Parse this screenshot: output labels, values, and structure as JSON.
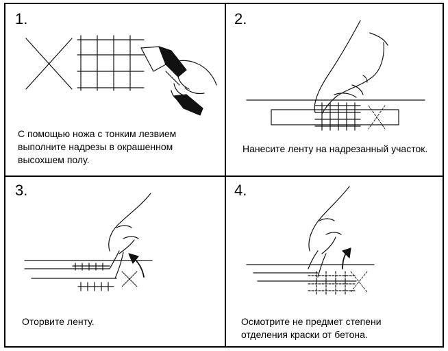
{
  "panels": [
    {
      "number": "1.",
      "caption": "С помощью ножа с тонким лезвием\nвыполните надрезы в окрашенном\nвысохшем полу."
    },
    {
      "number": "2.",
      "caption": "Нанесите ленту на надрезанный участок."
    },
    {
      "number": "3.",
      "caption": "Оторвите ленту."
    },
    {
      "number": "4.",
      "caption": "Осмотрите не предмет степени\nотделения краски от бетона."
    }
  ]
}
